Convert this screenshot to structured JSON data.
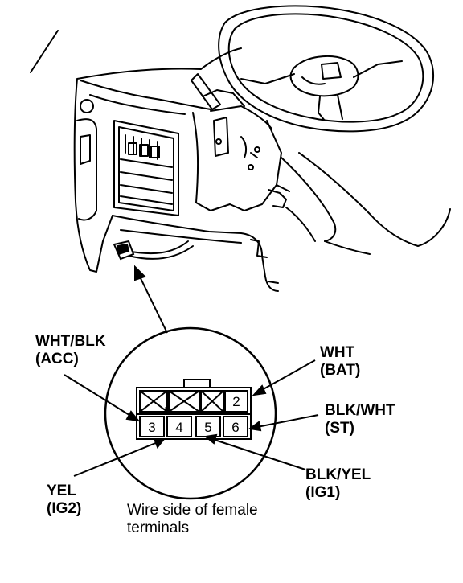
{
  "labels": {
    "wht_blk": {
      "color": "WHT/BLK",
      "circuit": "(ACC)"
    },
    "wht": {
      "color": "WHT",
      "circuit": "(BAT)"
    },
    "blk_wht": {
      "color": "BLK/WHT",
      "circuit": "(ST)"
    },
    "blk_yel": {
      "color": "BLK/YEL",
      "circuit": "(IG1)"
    },
    "yel": {
      "color": "YEL",
      "circuit": "(IG2)"
    }
  },
  "caption": {
    "line1": "Wire side of female",
    "line2": "terminals"
  },
  "terminals": {
    "t2": "2",
    "t3": "3",
    "t4": "4",
    "t5": "5",
    "t6": "6"
  }
}
